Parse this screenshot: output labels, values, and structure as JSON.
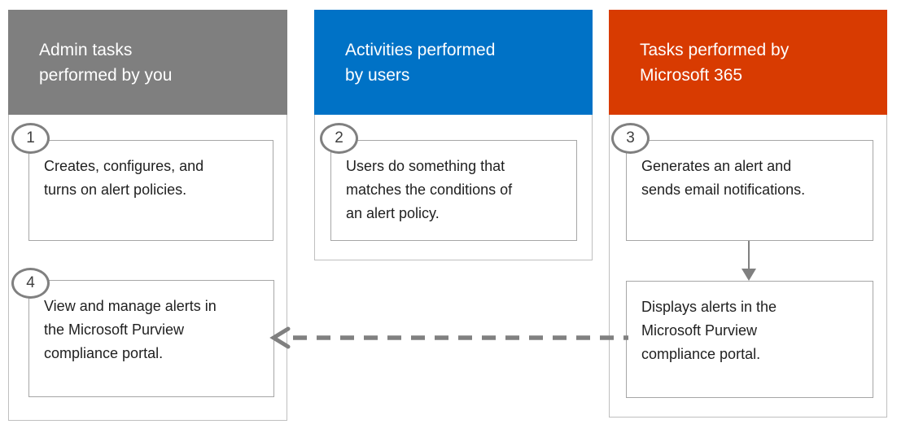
{
  "diagram": {
    "columns": [
      {
        "id": "admin",
        "header": "Admin tasks\nperformed by you",
        "steps": [
          {
            "number": "1",
            "text": "Creates, configures, and\nturns on alert policies."
          },
          {
            "number": "4",
            "text": "View and manage alerts in\nthe Microsoft Purview\ncompliance portal."
          }
        ]
      },
      {
        "id": "users",
        "header": "Activities performed\nby users",
        "steps": [
          {
            "number": "2",
            "text": "Users do something that\nmatches the conditions of\nan alert policy."
          }
        ]
      },
      {
        "id": "m365",
        "header": "Tasks performed by\nMicrosoft 365",
        "steps": [
          {
            "number": "3",
            "text": "Generates an alert and\nsends email notifications."
          },
          {
            "number": "",
            "text": "Displays alerts in the\nMicrosoft Purview\ncompliance portal."
          }
        ]
      }
    ],
    "colors": {
      "admin_header_bg": "#7F7F7F",
      "users_header_bg": "#0072C6",
      "m365_header_bg": "#D83B01",
      "header_text": "#FFFFFF",
      "body_text": "#1F1F1F",
      "frame_border": "#BFBFBF",
      "box_border": "#A6A6A6",
      "circle_border": "#808080",
      "arrow": "#808080"
    }
  }
}
